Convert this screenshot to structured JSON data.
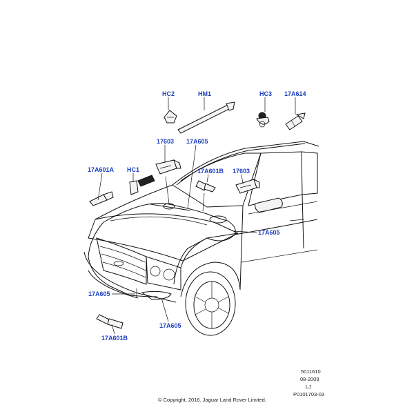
{
  "diagram": {
    "callouts": {
      "hc2": "HC2",
      "hm1": "HM1",
      "hc3": "HC3",
      "a614": "17A614",
      "p17603_left": "17603",
      "a605_top": "17A605",
      "a601a": "17A601A",
      "hc1": "HC1",
      "a601b_mid": "17A601B",
      "p17603_right": "17603",
      "a605_right": "17A605",
      "a605_left": "17A605",
      "a605_bottom": "17A605",
      "a601b_bottom": "17A601B"
    }
  },
  "footer": {
    "code": "5011610",
    "date": "08-2009",
    "initials": "LJ",
    "ref": "P0101703-03",
    "copyright": "© Copyright, 2016. Jaguar Land Rover Limited."
  }
}
